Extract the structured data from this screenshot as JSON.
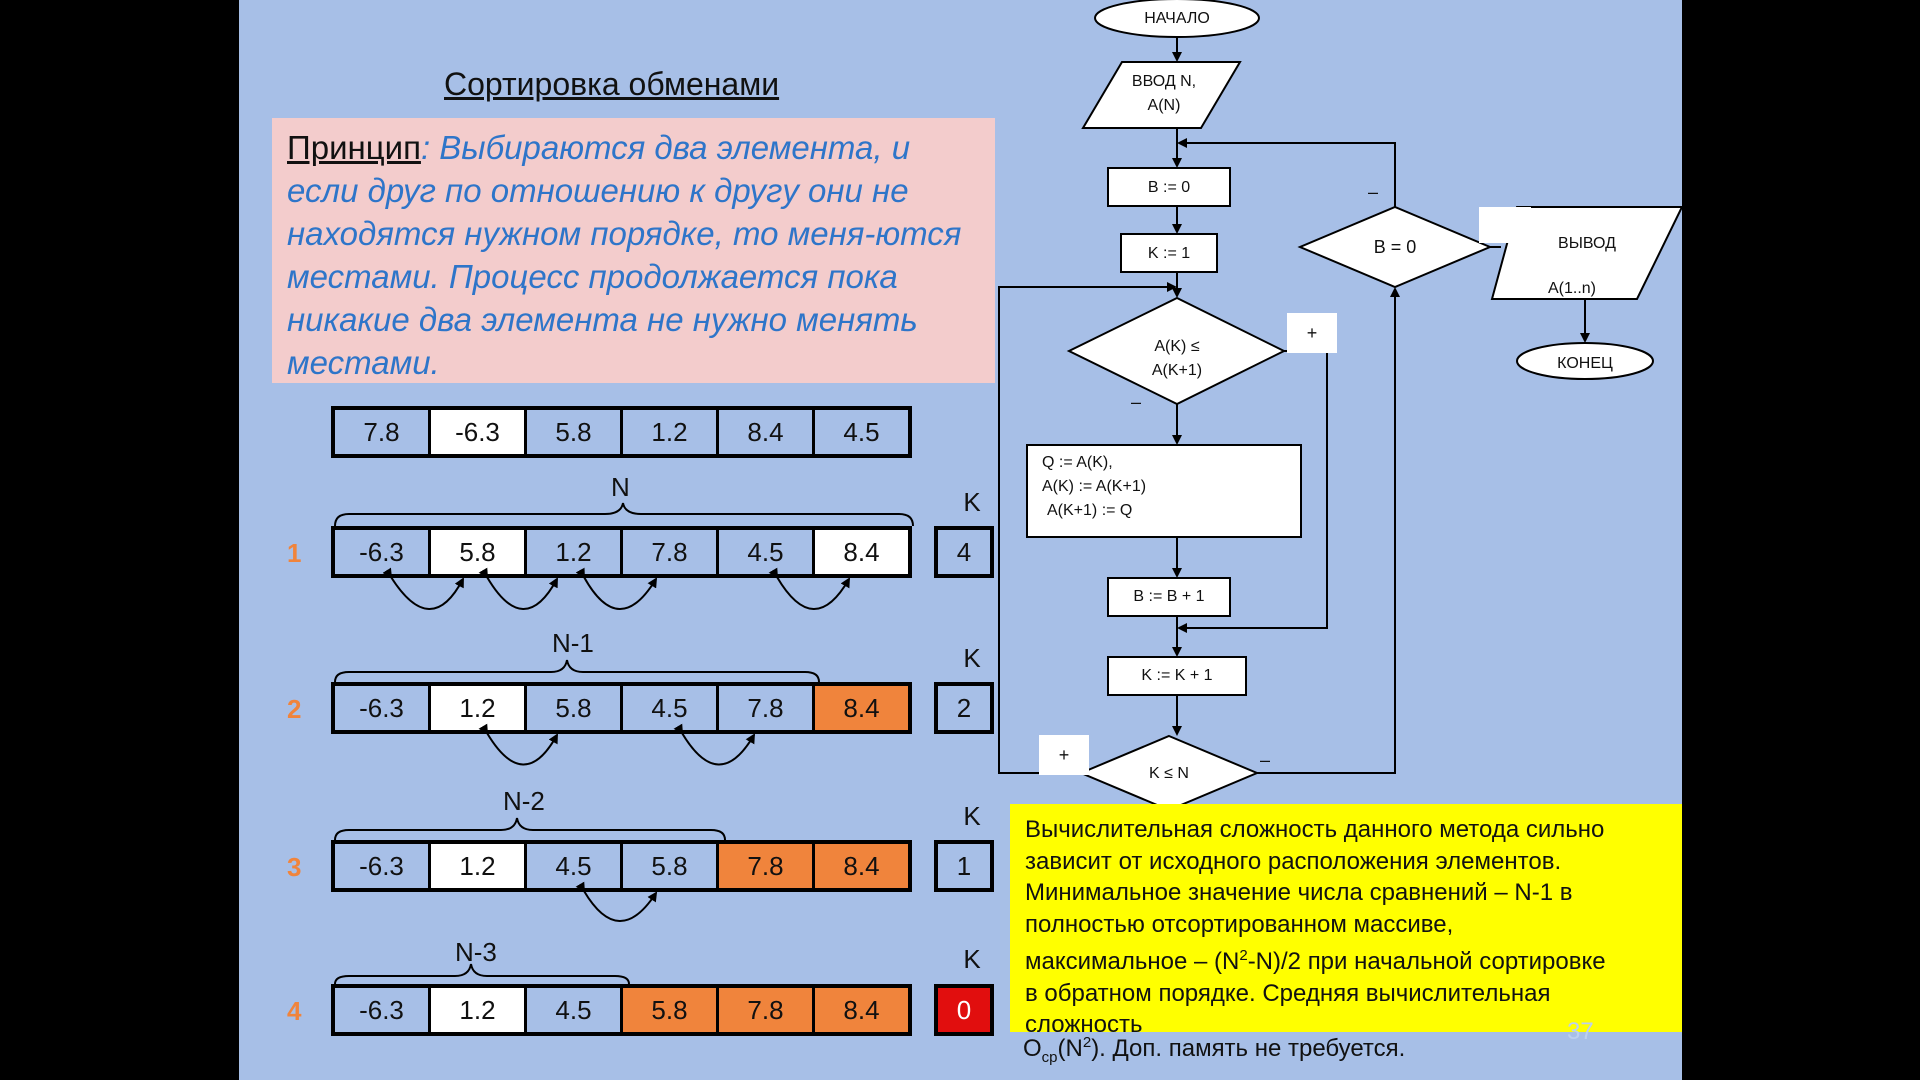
{
  "title": "Сортировка обменами",
  "principle": {
    "label": "Принцип",
    "colon": ":",
    "text": " Выбираются два элемента, и если друг по отношению к другу они не находятся  нужном порядке, то меня-ются местами. Процесс продолжается пока никакие два элемента не нужно менять местами."
  },
  "initial_row": [
    "7.8",
    "-6.3",
    "5.8",
    "1.2",
    "8.4",
    "4.5"
  ],
  "passes": [
    {
      "num": "1",
      "brace": "N",
      "k_label": "K",
      "k_value": "4",
      "cells": [
        "-6.3",
        "5.8",
        "1.2",
        "7.8",
        "4.5",
        "8.4"
      ]
    },
    {
      "num": "2",
      "brace": "N-1",
      "k_label": "K",
      "k_value": "2",
      "cells": [
        "-6.3",
        "1.2",
        "5.8",
        "4.5",
        "7.8",
        "8.4"
      ]
    },
    {
      "num": "3",
      "brace": "N-2",
      "k_label": "K",
      "k_value": "1",
      "cells": [
        "-6.3",
        "1.2",
        "4.5",
        "5.8",
        "7.8",
        "8.4"
      ]
    },
    {
      "num": "4",
      "brace": "N-3",
      "k_label": "K",
      "k_value": "0",
      "cells": [
        "-6.3",
        "1.2",
        "4.5",
        "5.8",
        "7.8",
        "8.4"
      ]
    }
  ],
  "flowchart": {
    "start": "НАЧАЛО",
    "input_line1": "ВВОД  N,",
    "input_line2": "A(N)",
    "b0": "B := 0",
    "k1": "K := 1",
    "cond_line1": "A(K) ≤",
    "cond_line2": "A(K+1)",
    "swap_line1": "Q := A(K),",
    "swap_line2": "A(K) := A(K+1)",
    "swap_line3": "A(K+1) := Q",
    "binc": "B := B + 1",
    "kinc": "K := K + 1",
    "kcond": "K ≤ N",
    "bcond": "B = 0",
    "output_line1": "ВЫВОД",
    "output_line2": "A(1..n)",
    "end": "КОНЕЦ",
    "plus": "+",
    "minus": "–"
  },
  "complexity": {
    "line1": "Вычислительная сложность данного метода сильно",
    "line2": "зависит от исходного расположения элементов.",
    "line3": "Минимальное значение числа сравнений – N-1 в",
    "line4": "полностью отсортированном массиве,",
    "line5a": "максимальное – (N",
    "line5sup": "2",
    "line5b": "-N)/2 при начальной сортировке",
    "line6": "в обратном порядке. Средняя вычислительная",
    "line7": "сложность",
    "final_a": "O",
    "final_sub": "ср",
    "final_b": "(N",
    "final_sup": "2",
    "final_c": "). Доп. память не требуется."
  },
  "page_number": "37",
  "colors": {
    "slide_bg": "#a7bfe7",
    "orange": "#f0843c",
    "red": "#e10e0e",
    "yellow": "#ffff00",
    "pink": "#f3cccc",
    "principle_blue": "#2e75c9"
  }
}
